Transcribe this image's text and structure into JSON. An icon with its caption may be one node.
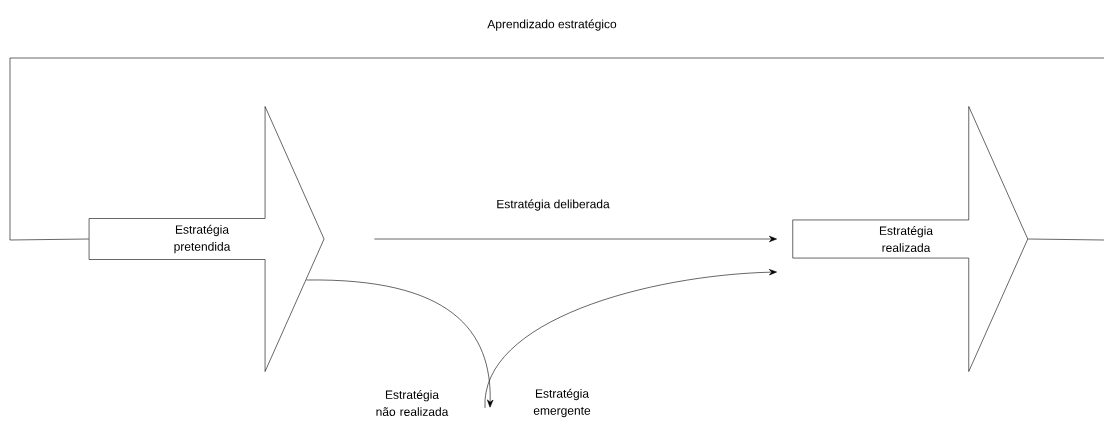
{
  "diagram": {
    "nodes": [
      {
        "text": [
          "Estratégia pretendida"
        ]
      },
      {
        "text": [
          "Estratégia realizada"
        ]
      }
    ],
    "edges": [
      {
        "from": 1,
        "to": null,
        "arrow": "none"
      },
      {
        "from": null,
        "to": 0,
        "arrow": "none",
        "label": "Aprendizado estratégico"
      },
      {
        "from": 0,
        "to": 1,
        "arrow": "to",
        "label": "Estratégia deliberada"
      },
      {
        "from": 0,
        "to": null,
        "arrow": "to",
        "label": "Estratégia não realizada"
      },
      {
        "from": null,
        "to": 1,
        "arrow": "to",
        "label": "Estratégia emergente"
      }
    ]
  }
}
